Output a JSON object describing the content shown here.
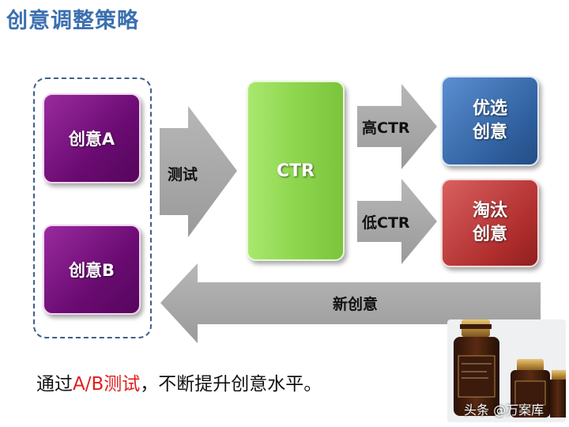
{
  "title": "创意调整策略",
  "creatives": {
    "a": "创意A",
    "b": "创意B"
  },
  "arrows": {
    "test": "测试",
    "high": "高CTR",
    "low": "低CTR",
    "new": "新创意"
  },
  "center_box": "CTR",
  "outcomes": {
    "preferred": [
      "优选",
      "创意"
    ],
    "eliminated": [
      "淘汰",
      "创意"
    ]
  },
  "caption": {
    "prefix": "通过",
    "highlight": "A/B测试",
    "suffix": "，不断提升创意水平。"
  },
  "watermark": "头条 @万案库",
  "product_image": "skincare-bottles",
  "colors": {
    "title": "#3b6fb0",
    "purple": "#6a0b72",
    "green": "#8ed64e",
    "blue": "#2f5f9e",
    "red": "#b02d2d",
    "arrow": "#a6a6a6",
    "highlight": "#e11d1d"
  }
}
